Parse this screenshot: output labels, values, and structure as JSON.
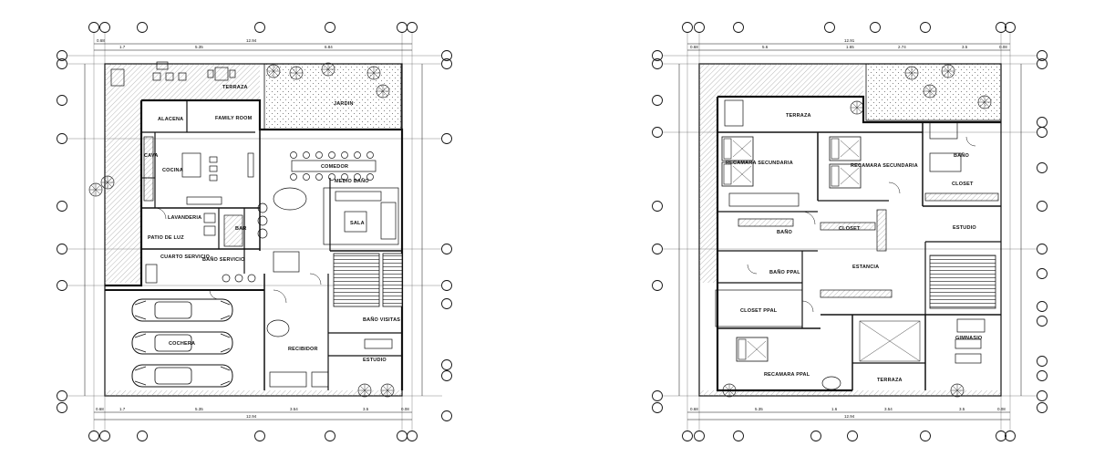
{
  "sheet": {
    "background": "#ffffff",
    "ink_color": "#111111",
    "hatch_color": "#777777",
    "vegetation_color": "#333333"
  },
  "plans": [
    {
      "id": "ground-floor",
      "top_dims": [
        "0.68",
        "1.7",
        "5.35",
        "12.94",
        "6.84"
      ],
      "bottom_dims": [
        "0.68",
        "1.7",
        "5.35",
        "12.94",
        "3.54",
        "3.5",
        "0.08"
      ],
      "rooms": {
        "terraza": "TERRAZA",
        "jardin": "JARDIN",
        "alacena": "ALACENA",
        "family_room": "FAMILY ROOM",
        "comedor": "COMEDOR",
        "cocina": "COCINA",
        "cava": "CAVA",
        "medio_bano": "MEDIO BAÑO",
        "sala": "SALA",
        "lavanderia": "LAVANDERIA",
        "bar": "BAR",
        "patio_de_luz": "PATIO DE LUZ",
        "cuarto_servicio": "CUARTO SERVICIO",
        "bano_servicio": "BAÑO SERVICIO",
        "cochera": "COCHERA",
        "bano_visitas": "BAÑO VISITAS",
        "recibidor": "RECIBIDOR",
        "estudio": "ESTUDIO"
      }
    },
    {
      "id": "upper-floor",
      "top_dims": [
        "0.68",
        "5.6",
        "1.65",
        "2.74",
        "3.5",
        "0.08",
        "12.91"
      ],
      "bottom_dims": [
        "0.68",
        "5.35",
        "1.6",
        "12.94",
        "3.54",
        "3.5",
        "0.08"
      ],
      "rooms": {
        "terraza_top": "TERRAZA",
        "recamara_secundaria_1": "RECAMARA SECUNDARIA",
        "recamara_secundaria_2": "RECAMARA SECUNDARIA",
        "bano_1": "BAÑO",
        "closet_right": "CLOSET",
        "closet_mid": "CLOSET",
        "bano_2": "BAÑO",
        "estudio": "ESTUDIO",
        "estancia": "ESTANCIA",
        "bano_pral": "BAÑO PPAL",
        "closet_pral": "CLOSET PPAL",
        "gimnasio": "GIMNASIO",
        "recamara_pral": "RECAMARA PPAL",
        "terraza_bottom": "TERRAZA"
      }
    }
  ]
}
